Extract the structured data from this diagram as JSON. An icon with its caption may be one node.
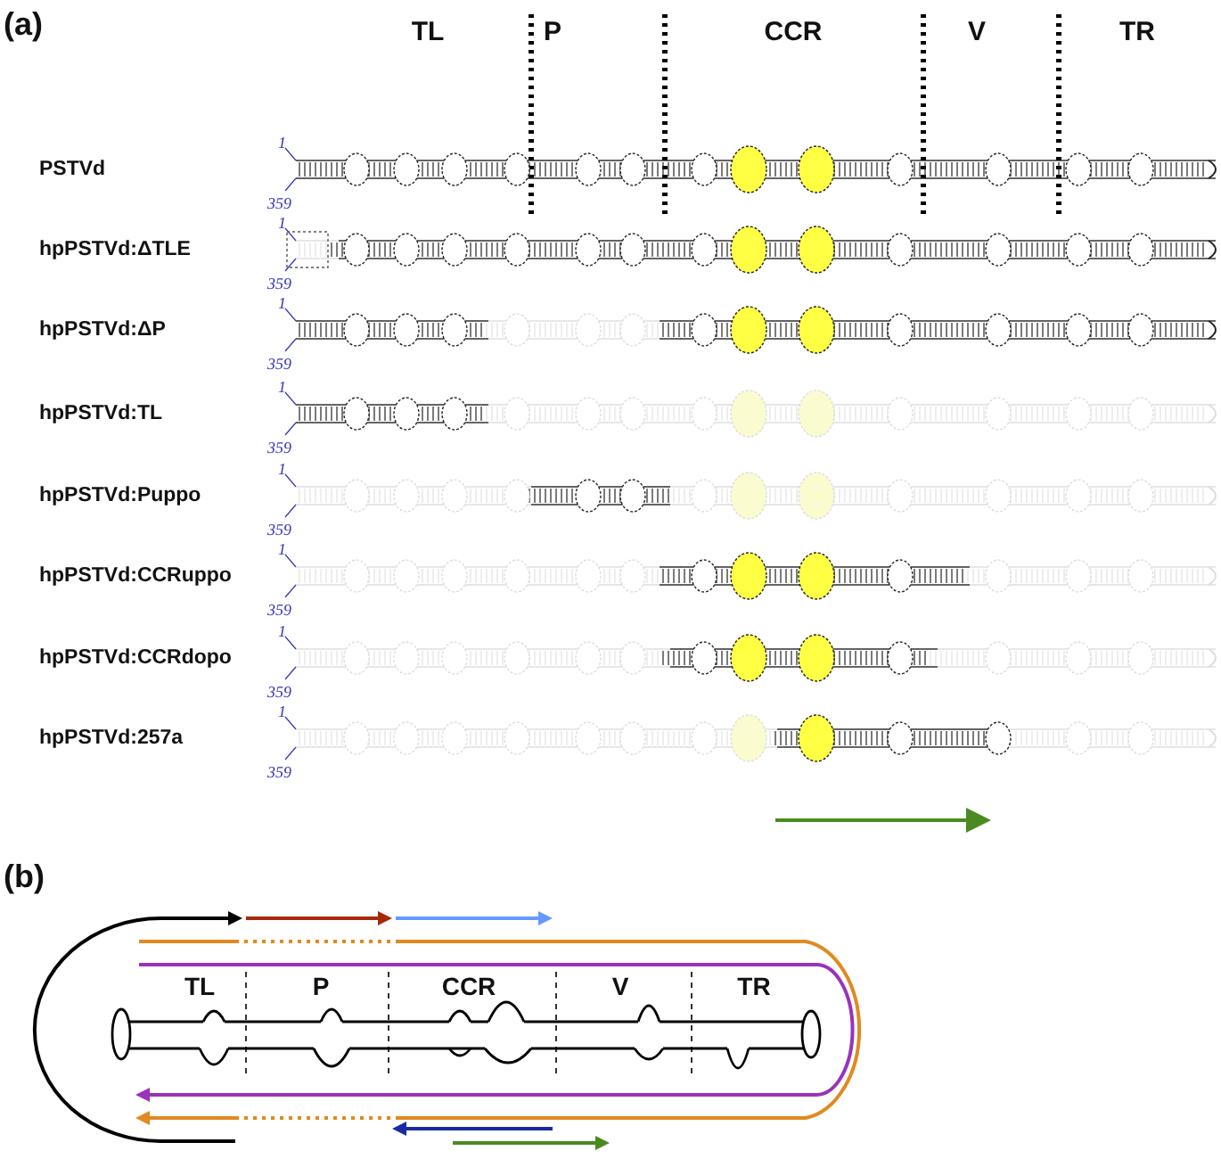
{
  "diagram": {
    "labels": [
      "(a)",
      "TL",
      "P",
      "CCR",
      "V",
      "TR",
      "PSTVd",
      "1",
      "359",
      "hpPSTVd:ΔTLE",
      "1",
      "359",
      "hpPSTVd:ΔP",
      "1",
      "359",
      "hpPSTVd:TL",
      "1",
      "359",
      "hpPSTVd:Puppo",
      "1",
      "359",
      "hpPSTVd:CCRuppo",
      "1",
      "359",
      "hpPSTVd:CCRdopo",
      "1",
      "359",
      "hpPSTVd:257a",
      "1",
      "359",
      "(b)",
      "TL",
      "P",
      "CCR",
      "V",
      "TR"
    ]
  }
}
